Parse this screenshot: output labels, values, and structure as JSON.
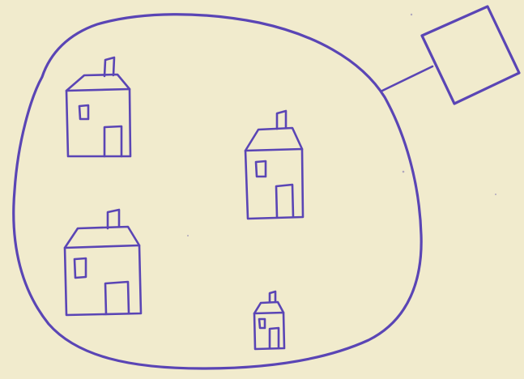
{
  "drawing": {
    "medium": "ink-sketch",
    "ink_color": "#5a45b5",
    "paper_color": "#f1ebcd",
    "houses": [
      {
        "name": "house-top-left"
      },
      {
        "name": "house-center"
      },
      {
        "name": "house-bottom-left"
      },
      {
        "name": "house-small-bottom"
      }
    ],
    "enclosure": {
      "name": "oval-boundary"
    },
    "outside_box": {
      "name": "square-outside"
    }
  }
}
